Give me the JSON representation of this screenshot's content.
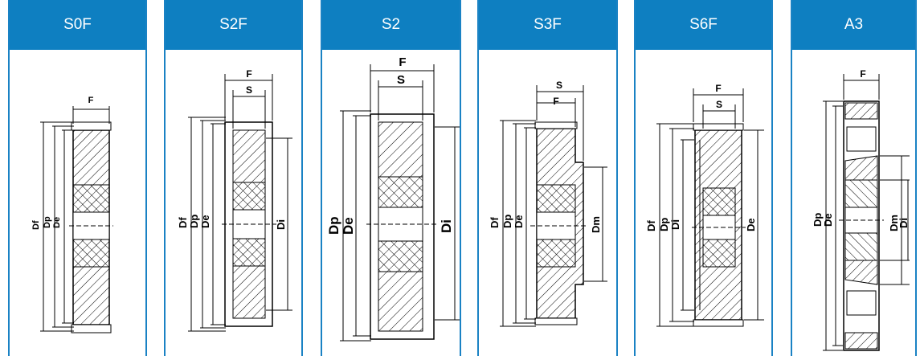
{
  "accent_color": "#0e7fc1",
  "panels": [
    {
      "title": "S0F",
      "labels": [
        "F",
        "Df",
        "Dp",
        "De"
      ]
    },
    {
      "title": "S2F",
      "labels": [
        "F",
        "S",
        "Df",
        "Dp",
        "De",
        "Di"
      ]
    },
    {
      "title": "S2",
      "labels": [
        "F",
        "S",
        "Dp",
        "De",
        "Di"
      ]
    },
    {
      "title": "S3F",
      "labels": [
        "S",
        "F",
        "Df",
        "Dp",
        "De",
        "Dm"
      ]
    },
    {
      "title": "S6F",
      "labels": [
        "F",
        "S",
        "Df",
        "Dp",
        "Di",
        "De"
      ]
    },
    {
      "title": "A3",
      "labels": [
        "F",
        "Dp",
        "De",
        "Dm",
        "Di"
      ]
    }
  ]
}
